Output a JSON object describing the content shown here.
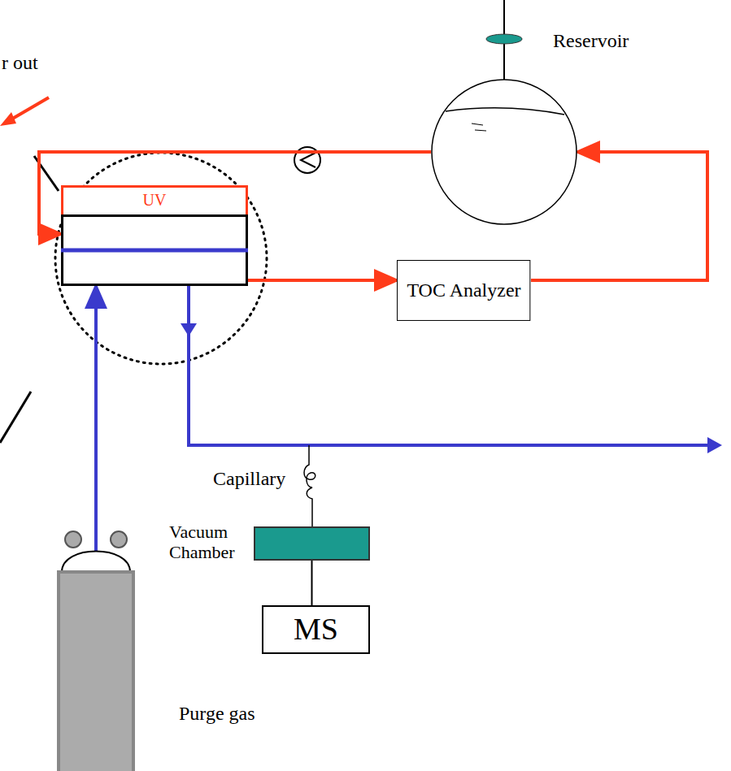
{
  "diagram": {
    "nodes": [
      {
        "text": [
          "Reservoir"
        ]
      },
      {
        "text": [
          "UV"
        ]
      },
      {
        "text": [
          "TOC Analyzer"
        ]
      },
      {
        "text": [
          "Vacuum Chamber"
        ]
      },
      {
        "text": [
          "MS"
        ]
      },
      {
        "text": [
          "Purge gas"
        ]
      }
    ],
    "edges": [
      {
        "from": 0,
        "to": 1,
        "arrow": "to"
      },
      {
        "from": 1,
        "to": 2,
        "arrow": "to"
      },
      {
        "from": 2,
        "to": 0,
        "arrow": "to"
      },
      {
        "from": 5,
        "to": 1,
        "arrow": "to"
      },
      {
        "from": 3,
        "to": 4,
        "arrow": "none"
      }
    ],
    "labels": [
      "r out",
      "Capillary"
    ]
  }
}
